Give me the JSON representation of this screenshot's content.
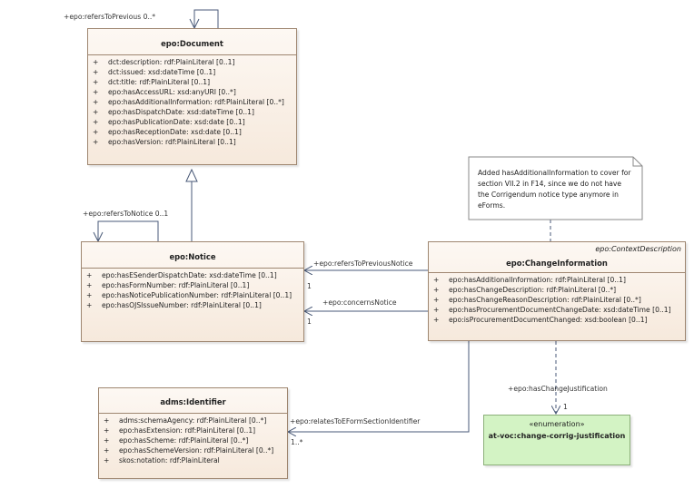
{
  "classes": {
    "document": {
      "name": "epo:Document",
      "attributes": [
        "dct:description: rdf:PlainLiteral [0..1]",
        "dct:issued: xsd:dateTime [0..1]",
        "dct:title: rdf:PlainLiteral [0..1]",
        "epo:hasAccessURL: xsd:anyURI [0..*]",
        "epo:hasAdditionalInformation: rdf:PlainLiteral [0..*]",
        "epo:hasDispatchDate: xsd:dateTime [0..1]",
        "epo:hasPublicationDate: xsd:date [0..1]",
        "epo:hasReceptionDate: xsd:date [0..1]",
        "epo:hasVersion: rdf:PlainLiteral [0..1]"
      ]
    },
    "notice": {
      "name": "epo:Notice",
      "attributes": [
        "epo:hasESenderDispatchDate: xsd:dateTime [0..1]",
        "epo:hasFormNumber: rdf:PlainLiteral [0..1]",
        "epo:hasNoticePublicationNumber: rdf:PlainLiteral [0..1]",
        "epo:hasOJSIssueNumber: rdf:PlainLiteral [0..1]"
      ]
    },
    "change_information": {
      "stereotype": "epo:ContextDescription",
      "name": "epo:ChangeInformation",
      "attributes": [
        "epo:hasAdditionalInformation: rdf:PlainLiteral [0..1]",
        "epo:hasChangeDescription: rdf:PlainLiteral [0..*]",
        "epo:hasChangeReasonDescription: rdf:PlainLiteral [0..*]",
        "epo:hasProcurementDocumentChangeDate: xsd:dateTime [0..1]",
        "epo:isProcurementDocumentChanged: xsd:boolean [0..1]"
      ]
    },
    "identifier": {
      "name": "adms:Identifier",
      "attributes": [
        "adms:schemaAgency: rdf:PlainLiteral [0..*]",
        "epo:hasExtension: rdf:PlainLiteral [0..1]",
        "epo:hasScheme: rdf:PlainLiteral [0..*]",
        "epo:hasSchemeVersion: rdf:PlainLiteral [0..*]",
        "skos:notation: rdf:PlainLiteral"
      ]
    }
  },
  "attribute_marker": "+",
  "enumeration": {
    "stereotype": "«enumeration»",
    "name": "at-voc:change-corrig-justification"
  },
  "note": {
    "lines": [
      "Added hasAdditionalInformation to cover for",
      "section VII.2 in F14, since we do not have",
      "the Corrigendum notice type anymore in",
      "eForms."
    ]
  },
  "relations": {
    "refers_to_previous": {
      "role": "+epo:refersToPrevious 0..*"
    },
    "refers_to_notice": {
      "role": "+epo:refersToNotice 0..1"
    },
    "refers_to_previous_notice": {
      "role": "+epo:refersToPreviousNotice",
      "multiplicity": "1"
    },
    "concerns_notice": {
      "role": "+epo:concernsNotice",
      "multiplicity": "1"
    },
    "has_change_justification": {
      "role": "+epo:hasChangeJustification",
      "multiplicity": "1"
    },
    "relates_to_eform": {
      "role": "+epo:relatesToEFormSectionIdentifier",
      "multiplicity": "1..*"
    }
  },
  "colors": {
    "class_fill": "#f6e9dc",
    "class_border": "#9e8670",
    "enum_fill": "#d3f3c4",
    "line": "#4a5a78"
  }
}
